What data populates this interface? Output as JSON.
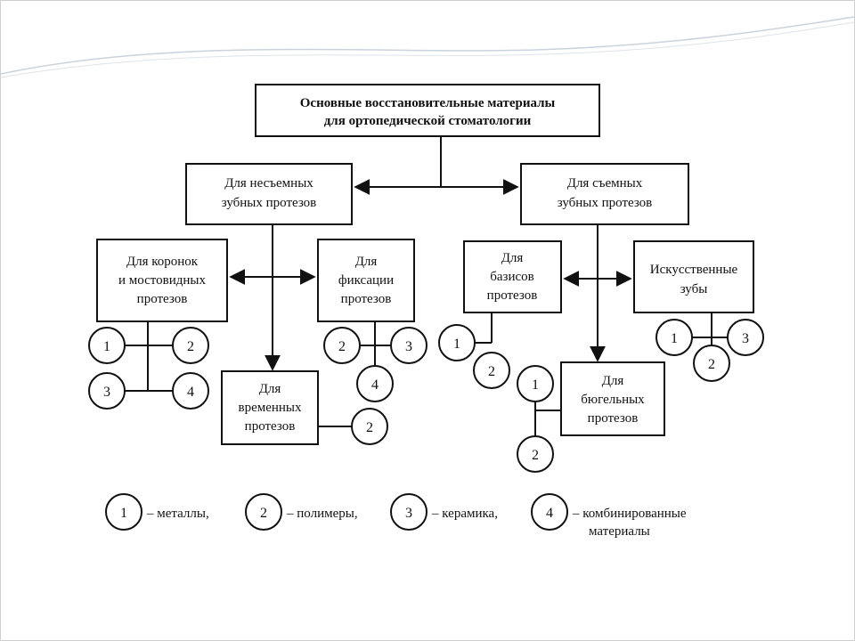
{
  "colors": {
    "line": "#111111",
    "background": "#ffffff",
    "swoosh": "#c9d3dc"
  },
  "nodes": {
    "root": [
      "Основные восстановительные материалы",
      "для ортопедической стоматологии"
    ],
    "fixed": [
      "Для несъемных",
      "зубных протезов"
    ],
    "removable": [
      "Для съемных",
      "зубных протезов"
    ],
    "crowns": [
      "Для коронок",
      "и мостовидных",
      "протезов"
    ],
    "fixation": [
      "Для",
      "фиксации",
      "протезов"
    ],
    "temporary": [
      "Для",
      "временных",
      "протезов"
    ],
    "bases": [
      "Для",
      "базисов",
      "протезов"
    ],
    "artificial_teeth": [
      "Искусственные",
      "зубы"
    ],
    "clasp": [
      "Для",
      "бюгельных",
      "протезов"
    ]
  },
  "material_codes": {
    "crowns": [
      "1",
      "2",
      "3",
      "4"
    ],
    "fixation": [
      "2",
      "3",
      "4"
    ],
    "temporary": [
      "2"
    ],
    "bases": [
      "1",
      "2"
    ],
    "artificial_teeth": [
      "1",
      "3",
      "2"
    ],
    "clasp": [
      "1",
      "2"
    ]
  },
  "legend": [
    {
      "code": "1",
      "text": "– металлы,"
    },
    {
      "code": "2",
      "text": "– полимеры,"
    },
    {
      "code": "3",
      "text": "– керамика,"
    },
    {
      "code": "4",
      "text": "– комбинированные",
      "text2": "материалы"
    }
  ]
}
